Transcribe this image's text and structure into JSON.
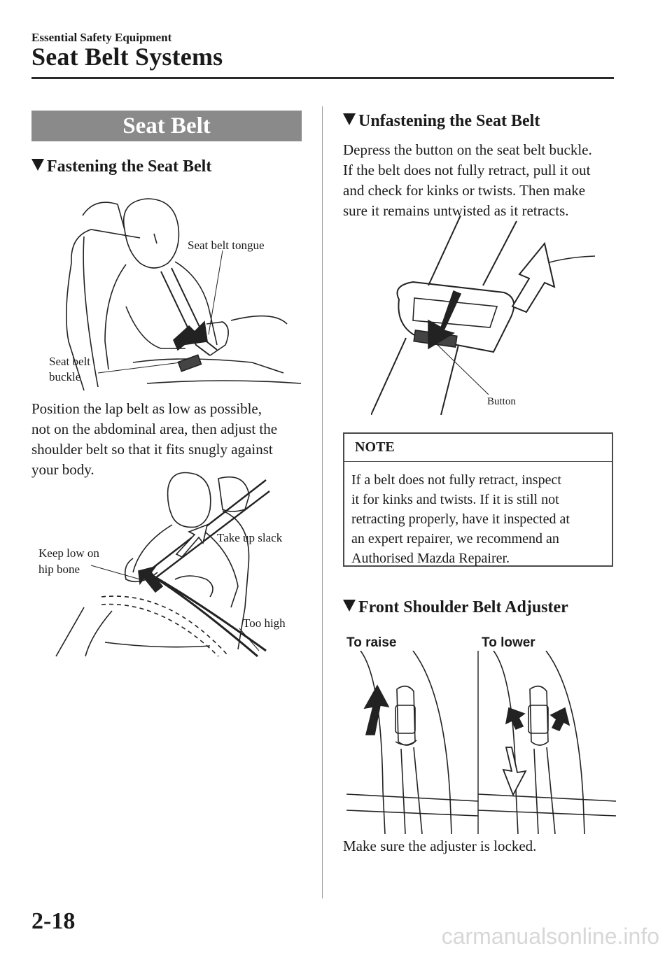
{
  "header": {
    "section_small": "Essential Safety Equipment",
    "section_title": "Seat Belt Systems"
  },
  "left": {
    "banner": "Seat Belt",
    "fastening_heading": "Fastening the Seat Belt",
    "fig1_labels": {
      "tongue": "Seat belt tongue",
      "buckle_line1": "Seat belt",
      "buckle_line2": "buckle"
    },
    "position_text": [
      "Position the lap belt as low as possible,",
      "not on the abdominal area, then adjust the",
      "shoulder belt so that it fits snugly against",
      "your body."
    ],
    "fig2_labels": {
      "keep_line1": "Keep low on",
      "keep_line2": "hip bone",
      "slack": "Take up slack",
      "high": "Too high"
    }
  },
  "right": {
    "unfastening_heading": "Unfastening the Seat Belt",
    "unfastening_text": [
      "Depress the button on the seat belt buckle.",
      "If the belt does not fully retract, pull it out",
      "and check for kinks or twists. Then make",
      "sure it remains untwisted as it retracts."
    ],
    "fig3_label": "Button",
    "note": {
      "title": "NOTE",
      "lines": [
        "If a belt does not fully retract, inspect",
        "it for kinks and twists. If it is still not",
        "retracting properly, have it inspected at",
        "an expert repairer, we recommend an",
        "Authorised Mazda Repairer."
      ]
    },
    "adjuster_heading": "Front Shoulder Belt Adjuster",
    "fig4_labels": {
      "raise": "To raise",
      "lower": "To lower"
    },
    "adjuster_text": "Make sure the adjuster is locked."
  },
  "footer": {
    "page_number": "2-18",
    "watermark": "carmanualsonline.info"
  }
}
